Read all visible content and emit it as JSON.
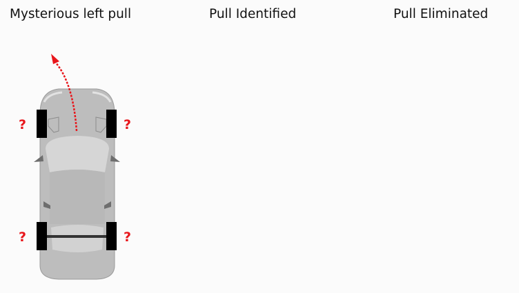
{
  "panels": [
    {
      "title": "Mysterious left pull"
    },
    {
      "title": "Pull Identified"
    },
    {
      "title": "Pull Eliminated"
    }
  ],
  "car": {
    "wheel_marks": [
      "?",
      "?",
      "?",
      "?"
    ],
    "pull_arrow_color": "#e8161b",
    "body_color": "#bdbdbd",
    "tire_color": "#000000"
  }
}
